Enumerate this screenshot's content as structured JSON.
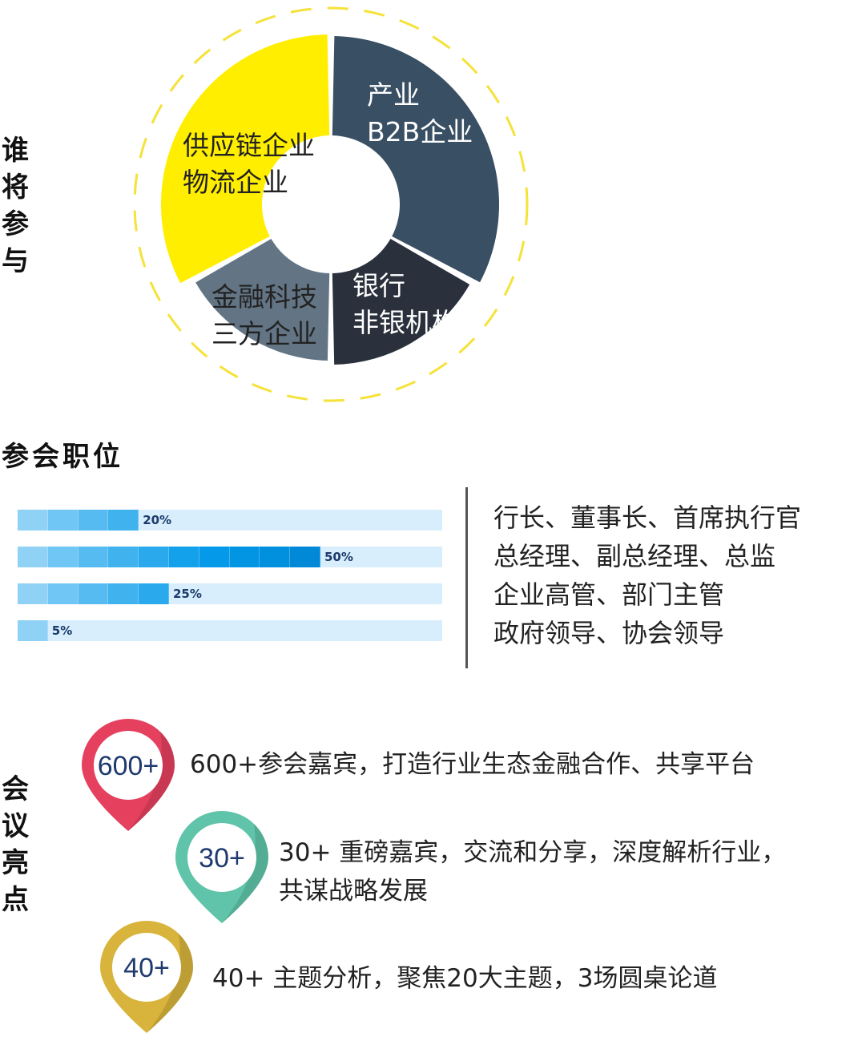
{
  "sections": {
    "participants_title": "谁将参与",
    "positions_title": "参会职位",
    "highlights_title": "会议亮点"
  },
  "chart_data": [
    {
      "type": "pie",
      "title": "谁将参与",
      "slices": [
        {
          "label_lines": [
            "产业",
            "B2B企业"
          ],
          "value": 33,
          "color": "#394f63",
          "text_color": "#ffffff"
        },
        {
          "label_lines": [
            "银行",
            "非银机构"
          ],
          "value": 17,
          "color": "#2a303c",
          "text_color": "#ffffff"
        },
        {
          "label_lines": [
            "金融科技",
            "三方企业"
          ],
          "value": 17,
          "color": "#637585",
          "text_color": "#222222"
        },
        {
          "label_lines": [
            "供应链企业",
            "物流企业"
          ],
          "value": 33,
          "color": "#ffee00",
          "text_color": "#222222"
        }
      ]
    },
    {
      "type": "bar",
      "title": "参会职位",
      "categories": [
        "行长、董事长、首席执行官",
        "总经理、副总经理、总监",
        "企业高管、部门主管",
        "政府领导、协会领导"
      ],
      "values": [
        20,
        50,
        25,
        5
      ],
      "labels": [
        "20%",
        "50%",
        "25%",
        "5%"
      ],
      "unit": "%",
      "segment_step": 5,
      "xlim": [
        0,
        70
      ]
    }
  ],
  "highlights": [
    {
      "badge": "600+",
      "text_lines": [
        "600+参会嘉宾，打造行业生态金融合作、共享平台"
      ],
      "color": "#e5405e"
    },
    {
      "badge": "30+",
      "text_lines": [
        "30+ 重磅嘉宾，交流和分享，深度解析行业，",
        "共谋战略发展"
      ],
      "color": "#5fc4a9"
    },
    {
      "badge": "40+",
      "text_lines": [
        "40+ 主题分析，聚焦20大主题，3场圆桌论道"
      ],
      "color": "#d8b43c"
    }
  ],
  "colors": {
    "bar_track": "#d8eefc",
    "bar_segments": [
      "#8fd2f6",
      "#70c6f4",
      "#55bbf1",
      "#40b3ef",
      "#2aaaed",
      "#14a1ec",
      "#049ae9",
      "#0195e4",
      "#0190de",
      "#0189d8"
    ],
    "dashed_ring": "#f5e23a"
  }
}
